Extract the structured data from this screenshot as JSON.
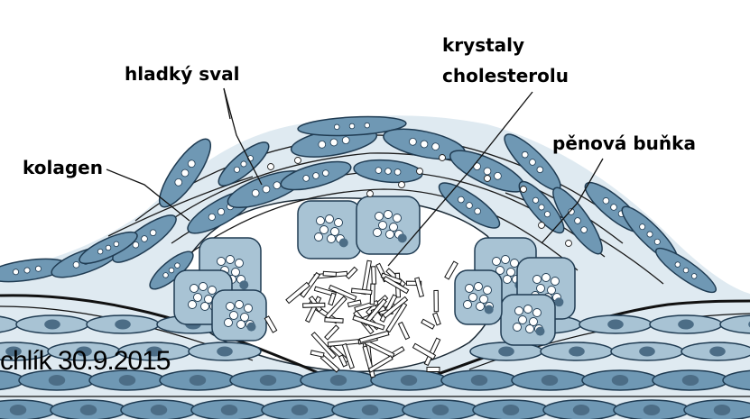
{
  "labels": {
    "smooth_muscle": "hladký sval",
    "crystals_line1": "krystaly",
    "crystals_line2": "cholesterolu",
    "collagen": "kolagen",
    "foam_cell": "pěnová buňka"
  },
  "footer": {
    "text": "chlík 30.9.2015"
  },
  "colors": {
    "cell_fill": "#6f98b4",
    "cell_light": "#a8c3d4",
    "cell_outline": "#1f3b52",
    "nucleus": "#4c6d86",
    "plaque_bg": "#dfeaf1",
    "core_bg": "#ffffff",
    "line_dark": "#111111"
  }
}
